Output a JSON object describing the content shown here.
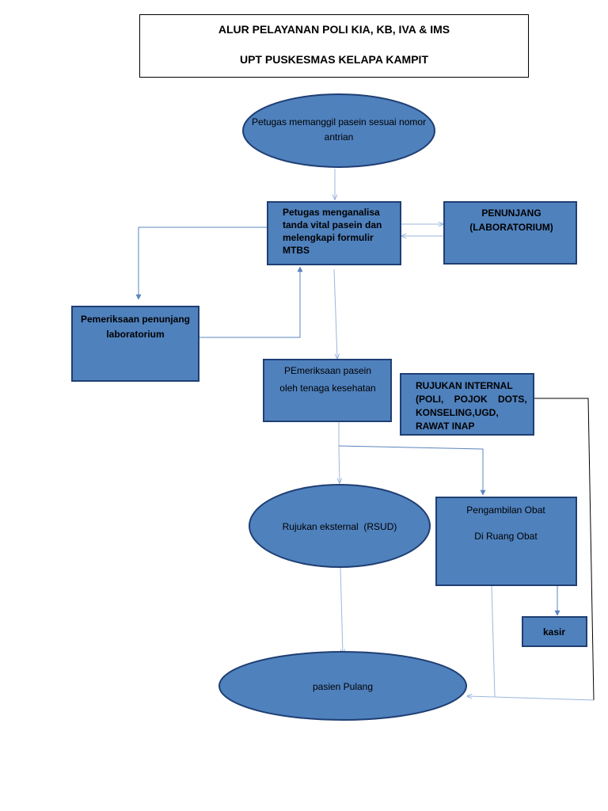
{
  "header": {
    "line1": "ALUR PELAYANAN POLI KIA, KB, IVA & IMS",
    "line2": "UPT PUSKESMAS KELAPA KAMPIT"
  },
  "colors": {
    "fill": "#4f81bd",
    "stroke": "#1f3f73",
    "connector": "#9cb7dd",
    "connector_dark": "#5b84be"
  },
  "nodes": {
    "call_patient": {
      "lines": [
        "Petugas memanggil pasein sesuai nomor",
        "antrian"
      ]
    },
    "vital_signs": {
      "lines": [
        "Petugas menganalisa",
        "tanda vital pasein dan",
        "melengkapi formulir",
        "MTBS"
      ]
    },
    "support_lab": {
      "lines": [
        "PENUNJANG",
        "(LABORATORIUM)"
      ]
    },
    "lab_exam": {
      "lines": [
        "Pemeriksaan penunjang",
        "laboratorium"
      ]
    },
    "health_exam": {
      "lines": [
        "PEmeriksaan pasein",
        "oleh tenaga kesehatan"
      ]
    },
    "internal_ref": {
      "lines": [
        "RUJUKAN INTERNAL",
        "(POLI,    POJOK    DOTS,",
        "KONSELING,UGD,",
        "RAWAT INAP"
      ]
    },
    "external_ref": {
      "lines": [
        "Rujukan eksternal  (RSUD)"
      ]
    },
    "pharmacy": {
      "lines": [
        "Pengambilan Obat",
        "Di Ruang Obat"
      ]
    },
    "cashier": {
      "lines": [
        "kasir"
      ]
    },
    "discharge": {
      "lines": [
        "pasien Pulang"
      ]
    }
  }
}
